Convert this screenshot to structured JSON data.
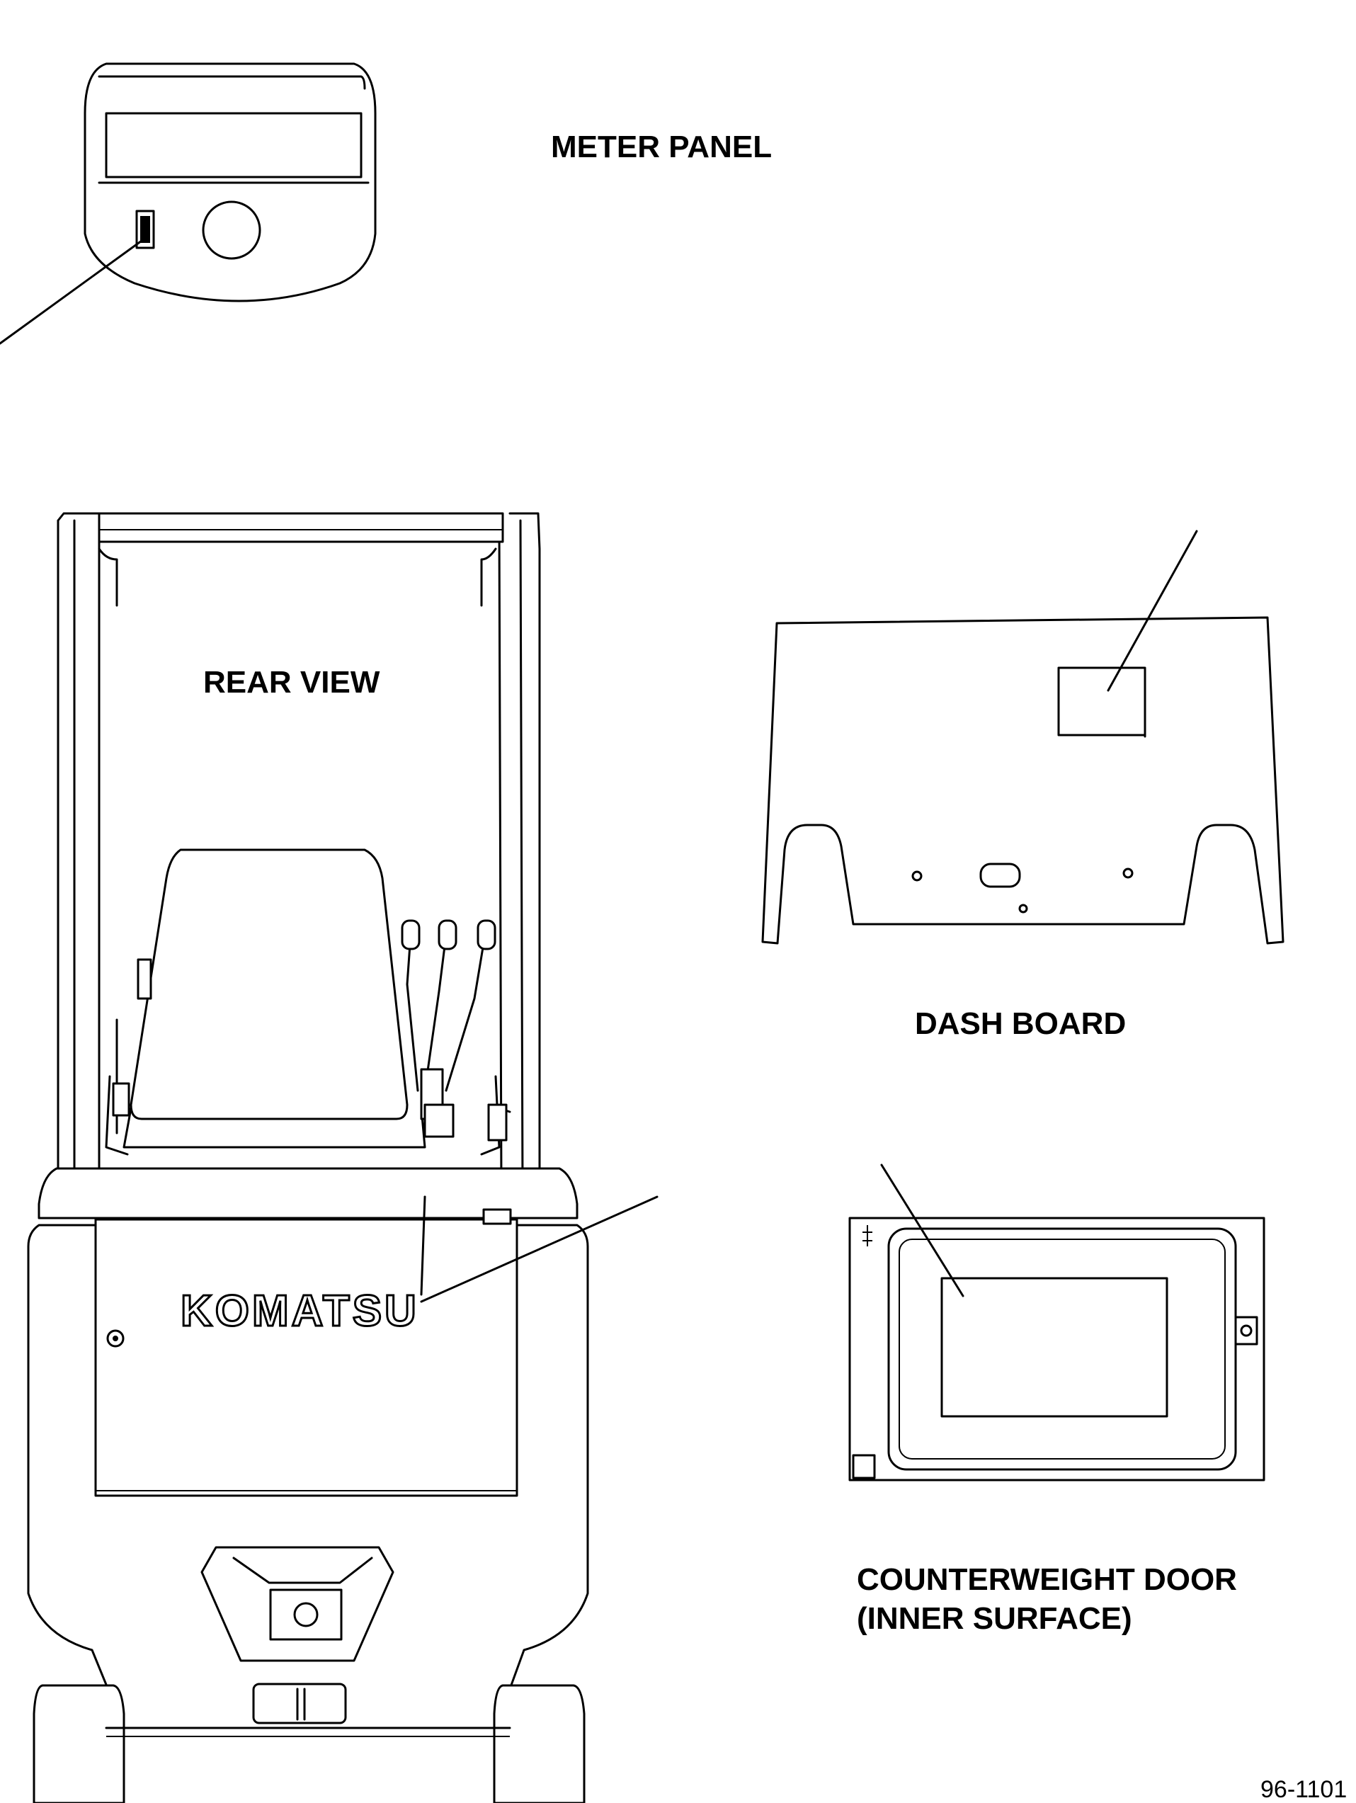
{
  "labels": {
    "meter_panel": "METER PANEL",
    "rear_view": "REAR VIEW",
    "dash_board": "DASH BOARD",
    "counterweight_door_line1": "COUNTERWEIGHT DOOR",
    "counterweight_door_line2": "(INNER SURFACE)",
    "figure_number": "96-1101"
  },
  "logo_text": "KOMATSU",
  "colors": {
    "ink": "#000000",
    "paper": "#ffffff"
  }
}
